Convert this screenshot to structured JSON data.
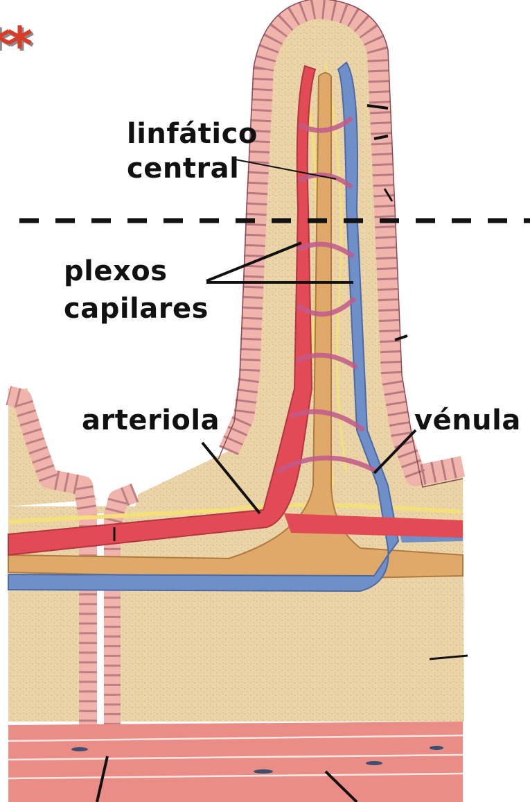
{
  "labels": {
    "stars": "**",
    "linfatico_line1": "linfático",
    "linfatico_line2": "central",
    "plexos_line1": "plexos",
    "plexos_line2": "capilares",
    "arteriola": "arteriola",
    "venula": "vénula"
  },
  "colors": {
    "lamina_propria": "#ead4a8",
    "epithelium": "#f0b4ad",
    "epithelium_outline": "#8a4a58",
    "artery": "#e24b55",
    "vein": "#6f8fc8",
    "lymphatic": "#dfa96a",
    "nerve": "#f3e07a",
    "muscle": "#e98d86",
    "crypt_base": "#e17a35",
    "star": "#d93b26",
    "label_text": "#111111"
  }
}
